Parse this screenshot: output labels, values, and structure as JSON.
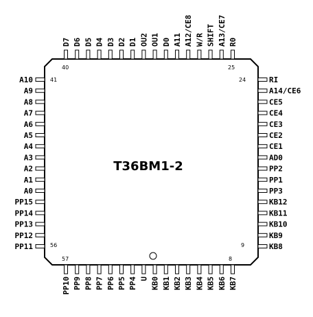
{
  "chip": {
    "name": "T36BM1-2",
    "corner_numbers": {
      "top_left": "40",
      "top_right": "25",
      "right_top": "24",
      "left_top": "41",
      "left_bottom": "56",
      "bottom_left": "57",
      "bottom_right": "8",
      "right_bottom": "9"
    }
  },
  "pins": {
    "top": [
      "D7",
      "D6",
      "D5",
      "D4",
      "D3",
      "D2",
      "D1",
      "OU2",
      "OU1",
      "D0",
      "A11",
      "A12/CE8",
      "W/R",
      "SHIFT",
      "A13/CE7",
      "R0"
    ],
    "left": [
      "A10",
      "A9",
      "A8",
      "A7",
      "A6",
      "A5",
      "A4",
      "A3",
      "A2",
      "A1",
      "A0",
      "PP15",
      "PP14",
      "PP13",
      "PP12",
      "PP11"
    ],
    "right": [
      "RI",
      "A14/CE6",
      "CE5",
      "CE4",
      "CE3",
      "CE2",
      "CE1",
      "AD0",
      "PP2",
      "PP1",
      "PP3",
      "KB12",
      "KB11",
      "KB10",
      "KB9",
      "KB8"
    ],
    "bottom": [
      "PP10",
      "PP9",
      "PP8",
      "PP7",
      "PP6",
      "PP5",
      "PP4",
      "U",
      "KB0",
      "KB1",
      "KB2",
      "KB3",
      "KB4",
      "KB5",
      "KB6",
      "KB7"
    ]
  }
}
